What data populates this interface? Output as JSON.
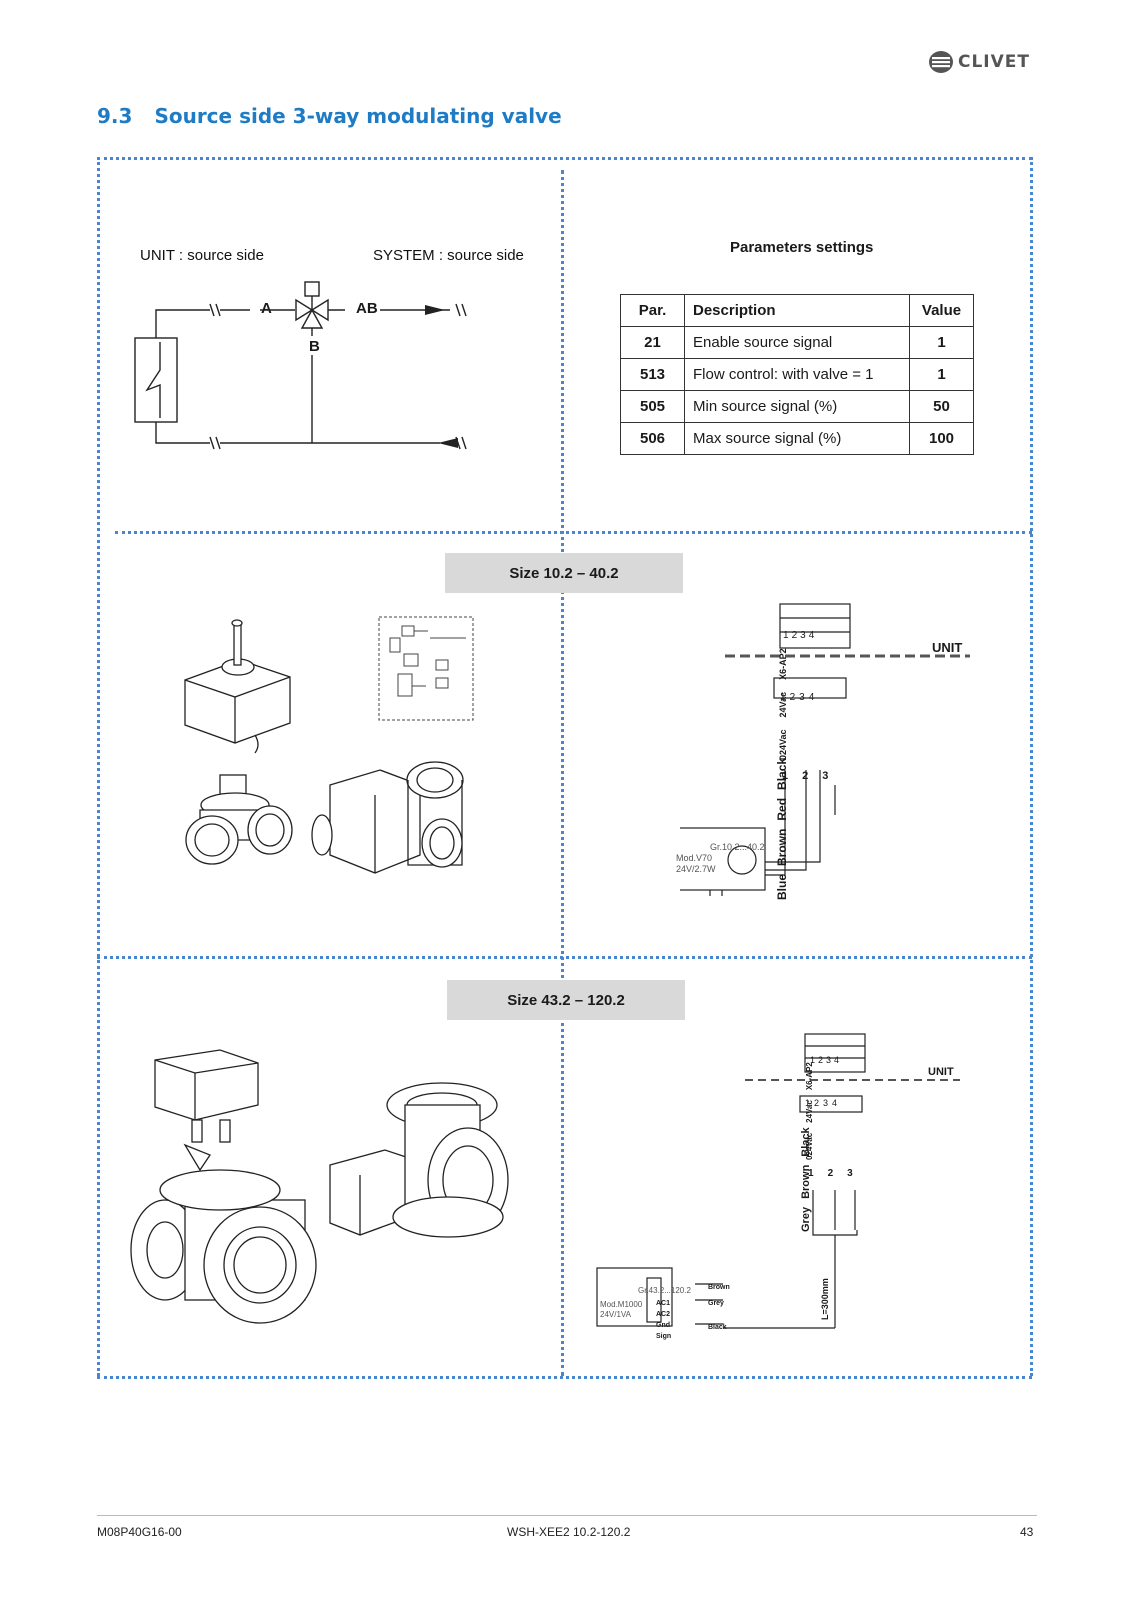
{
  "brand": {
    "name": "CLIVET"
  },
  "section": {
    "number": "9.3",
    "title": "Source side 3-way modulating valve"
  },
  "schematic": {
    "unit_label": "UNIT : source side",
    "system_label": "SYSTEM : source side",
    "port_a": "A",
    "port_ab": "AB",
    "port_b": "B"
  },
  "parameters": {
    "title": "Parameters settings",
    "headers": {
      "par": "Par.",
      "description": "Description",
      "value": "Value"
    },
    "rows": [
      {
        "par": "21",
        "description": "Enable source signal",
        "value": "1"
      },
      {
        "par": "513",
        "description": "Flow control: with valve = 1",
        "value": "1"
      },
      {
        "par": "505",
        "description": "Min source signal (%)",
        "value": "50"
      },
      {
        "par": "506",
        "description": "Max source signal (%)",
        "value": "100"
      }
    ]
  },
  "size_small": {
    "label": "Size 10.2 – 40.2",
    "unit": "UNIT",
    "connector_pins": [
      "1",
      "2",
      "3",
      "4"
    ],
    "terminals": [
      "024Vac",
      "24Vac",
      "X6-AP2"
    ],
    "pins": [
      "1",
      "2",
      "3"
    ],
    "wires": [
      "Blue",
      "Brown",
      "Red",
      "Black"
    ],
    "actuator_range": "Gr.10.2...40.2",
    "actuator_model": "Mod.V70",
    "actuator_power": "24V/2.7W"
  },
  "size_large": {
    "label": "Size 43.2 – 120.2",
    "unit": "UNIT",
    "connector_pins": [
      "1",
      "2",
      "3",
      "4"
    ],
    "terminals": [
      "024Vac",
      "24Vac",
      "X6-AP2"
    ],
    "pins": [
      "1",
      "2",
      "3"
    ],
    "wires": [
      "Grey",
      "Brown",
      "Black"
    ],
    "cable_length": "L=300mm",
    "actuator_range": "Gr.43.2...120.2",
    "actuator_model": "Mod.M1000",
    "actuator_power": "24V/1VA",
    "terminal_names": [
      "AC1",
      "AC2",
      "Gnd",
      "Sign"
    ],
    "terminal_wires": [
      "Brown",
      "Grey",
      "Black"
    ]
  },
  "footer": {
    "doc_code": "M08P40G16-00",
    "model": "WSH-XEE2 10.2-120.2",
    "page": "43"
  }
}
